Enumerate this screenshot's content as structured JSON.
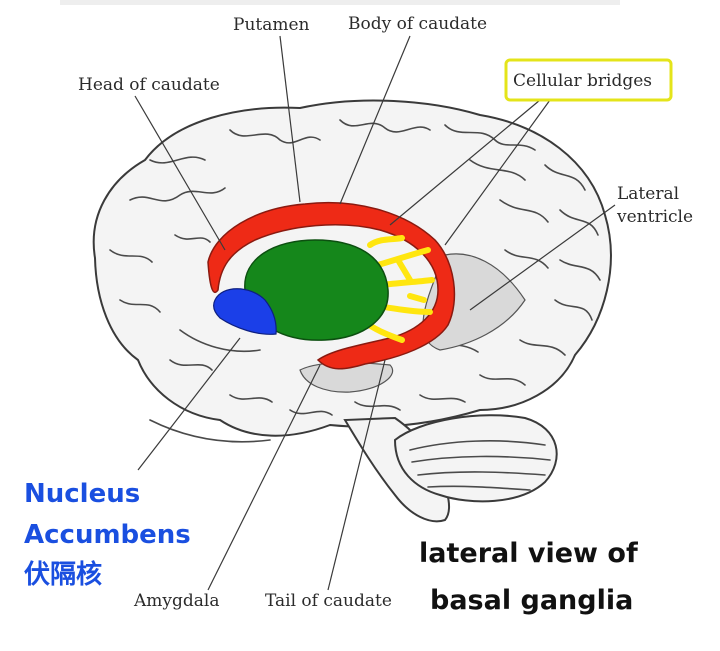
{
  "labels": {
    "putamen": "Putamen",
    "body_of_caudate": "Body of caudate",
    "head_of_caudate": "Head of caudate",
    "cellular_bridges": "Cellular bridges",
    "lateral_ventricle_line1": "Lateral",
    "lateral_ventricle_line2": "ventricle",
    "amygdala": "Amygdala",
    "tail_of_caudate": "Tail of caudate"
  },
  "annotation": {
    "line1": "Nucleus",
    "line2": "Accumbens",
    "line3": "伏隔核"
  },
  "caption": {
    "line1": "lateral view of",
    "line2": "basal ganglia"
  },
  "colors": {
    "caudate": "#ee2a16",
    "putamen": "#15871b",
    "nucleus_accumbens": "#1b3fe8",
    "bridges": "#ffe60f",
    "highlight_box": "#e4e41a",
    "annotation_text": "#1a4fe0"
  }
}
